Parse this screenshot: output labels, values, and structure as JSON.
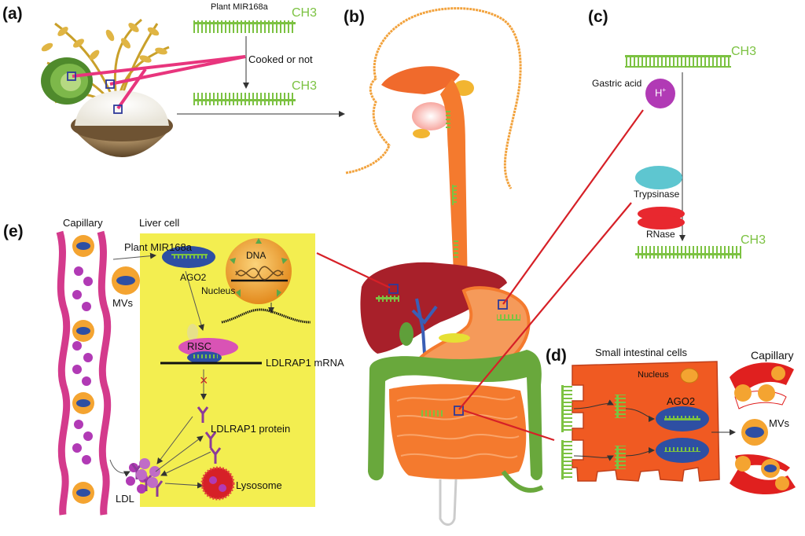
{
  "panels": {
    "a": "(a)",
    "b": "(b)",
    "c": "(c)",
    "d": "(d)",
    "e": "(e)"
  },
  "panel_a": {
    "mirna_label": "Plant MIR168a",
    "methyl": "CH3",
    "cooked_label": "Cooked or not"
  },
  "panel_c": {
    "methyl": "CH3",
    "gastric_acid": "Gastric acid",
    "proton": "H",
    "proton_sup": "+",
    "trypsinase": "Trypsinase",
    "rnase": "RNase"
  },
  "panel_d": {
    "title": "Small intestinal cells",
    "nucleus": "Nucleus",
    "ago2": "AGO2",
    "capillary": "Capillary",
    "mvs": "MVs"
  },
  "panel_e": {
    "capillary": "Capillary",
    "liver_cell": "Liver cell",
    "mirna_label": "Plant MIR168a",
    "ago2": "AGO2",
    "nucleus": "Nucleus",
    "dna": "DNA",
    "risc": "RISC",
    "mrna": "LDLRAP1 mRNA",
    "protein": "LDLRAP1 protein",
    "lysosome": "Lysosome",
    "ldl": "LDL",
    "mvs": "MVs"
  },
  "colors": {
    "rna_green": "#7cc242",
    "liver_yellow": "#f3ee50",
    "magenta_line": "#e8357d",
    "link_red": "#d62027",
    "gut_orange": "#f47a2e",
    "liver_red": "#a8202a",
    "colon_green": "#69a83c",
    "mv_orange": "#f4a431",
    "mv_blue": "#2e4fa3",
    "purple": "#b13ab5",
    "risc_pink": "#d953b5",
    "trypsinase_cyan": "#5ec6d0",
    "rnase_red": "#e8282f"
  }
}
